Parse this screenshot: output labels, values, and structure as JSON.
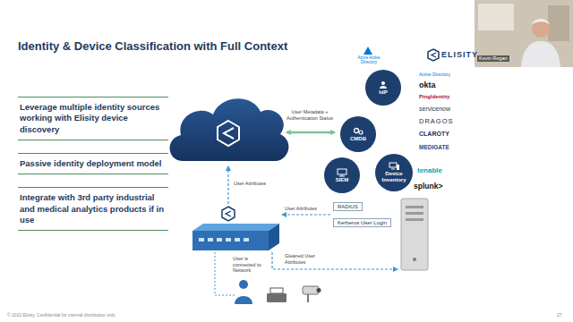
{
  "diagram": {
    "title": "Identity & Device Classification with Full Context",
    "nodes": [
      {
        "text": [
          "Leverage multiple identity sources working with Elisity device discovery"
        ]
      },
      {
        "text": [
          "Passive identity deployment model"
        ]
      },
      {
        "text": [
          "Integrate with 3rd party industrial and medical analytics products if in use"
        ]
      },
      {
        "text": [
          "IdP"
        ]
      },
      {
        "text": [
          "CMDB"
        ]
      },
      {
        "text": [
          "Device Inventory"
        ]
      },
      {
        "text": [
          "SIEM"
        ]
      },
      {
        "text": [
          "RADIUS"
        ]
      },
      {
        "text": [
          "Kerberos User Login"
        ]
      }
    ],
    "labels": [
      "ELISITY",
      "Kevin Regan",
      "User Metadata + Authentication Status",
      "Azure Active Directory",
      "Active Directory",
      "okta",
      "PingIdentity",
      "servicenow",
      "DRAGOS",
      "CLAROTY",
      "MEDIGATE",
      "tenable",
      "splunk>",
      "User Attributes",
      "User Attributes",
      "Gleaned User Attributes",
      "User is connected to Network",
      "© 2022 Elisity. Confidential for internal distribution only.",
      "27"
    ]
  }
}
